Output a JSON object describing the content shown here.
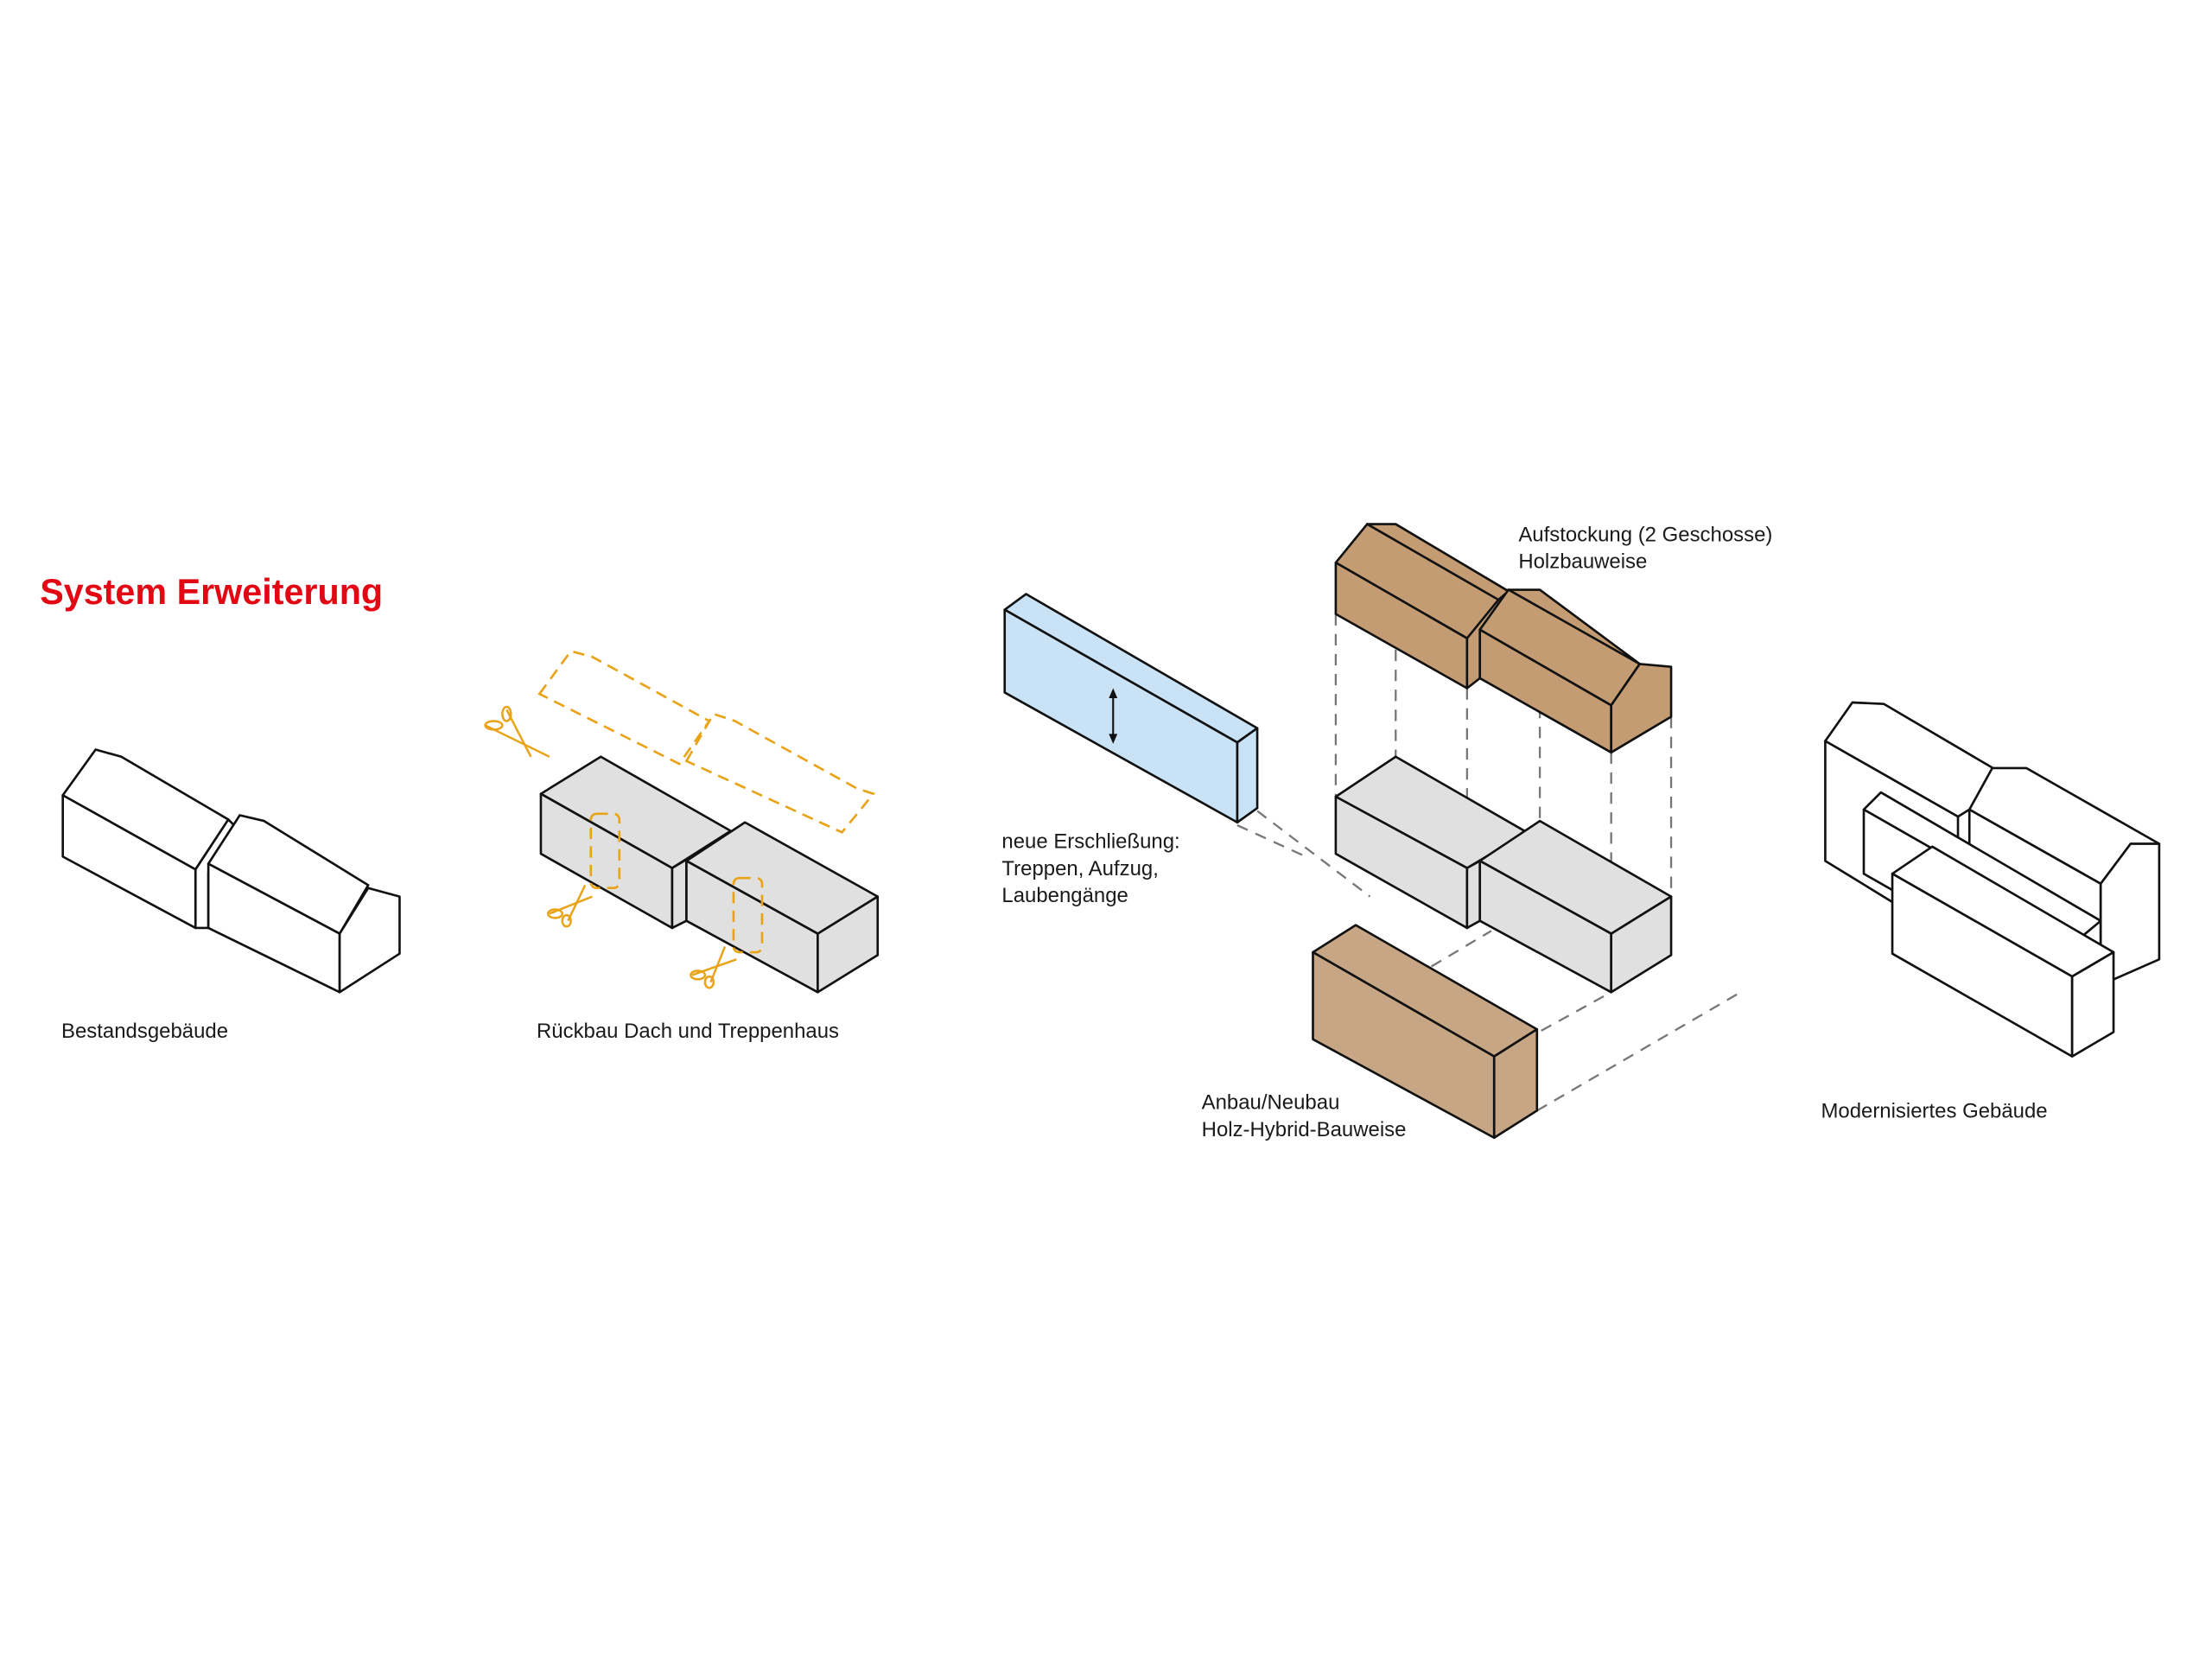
{
  "title": "System Erweiterung",
  "colors": {
    "title": "#e30613",
    "existing_gray": "#e0e0e0",
    "wood": "#c49c74",
    "wood_light": "#c6a684",
    "access_blue": "#c9e2f6",
    "demolition_orange": "#e8a317"
  },
  "steps": [
    {
      "label": "Bestandsgebäude"
    },
    {
      "label": "Rückbau Dach und Treppenhaus"
    },
    {
      "label_lines": [
        "neue Erschließung:",
        "Treppen, Aufzug,",
        "Laubengänge"
      ]
    },
    {
      "label_lines": [
        "Aufstockung (2 Geschosse)",
        "Holzbauweise"
      ]
    },
    {
      "label_lines": [
        "Anbau/Neubau",
        "Holz-Hybrid-Bauweise"
      ]
    },
    {
      "label": "Modernisiertes Gebäude"
    }
  ]
}
